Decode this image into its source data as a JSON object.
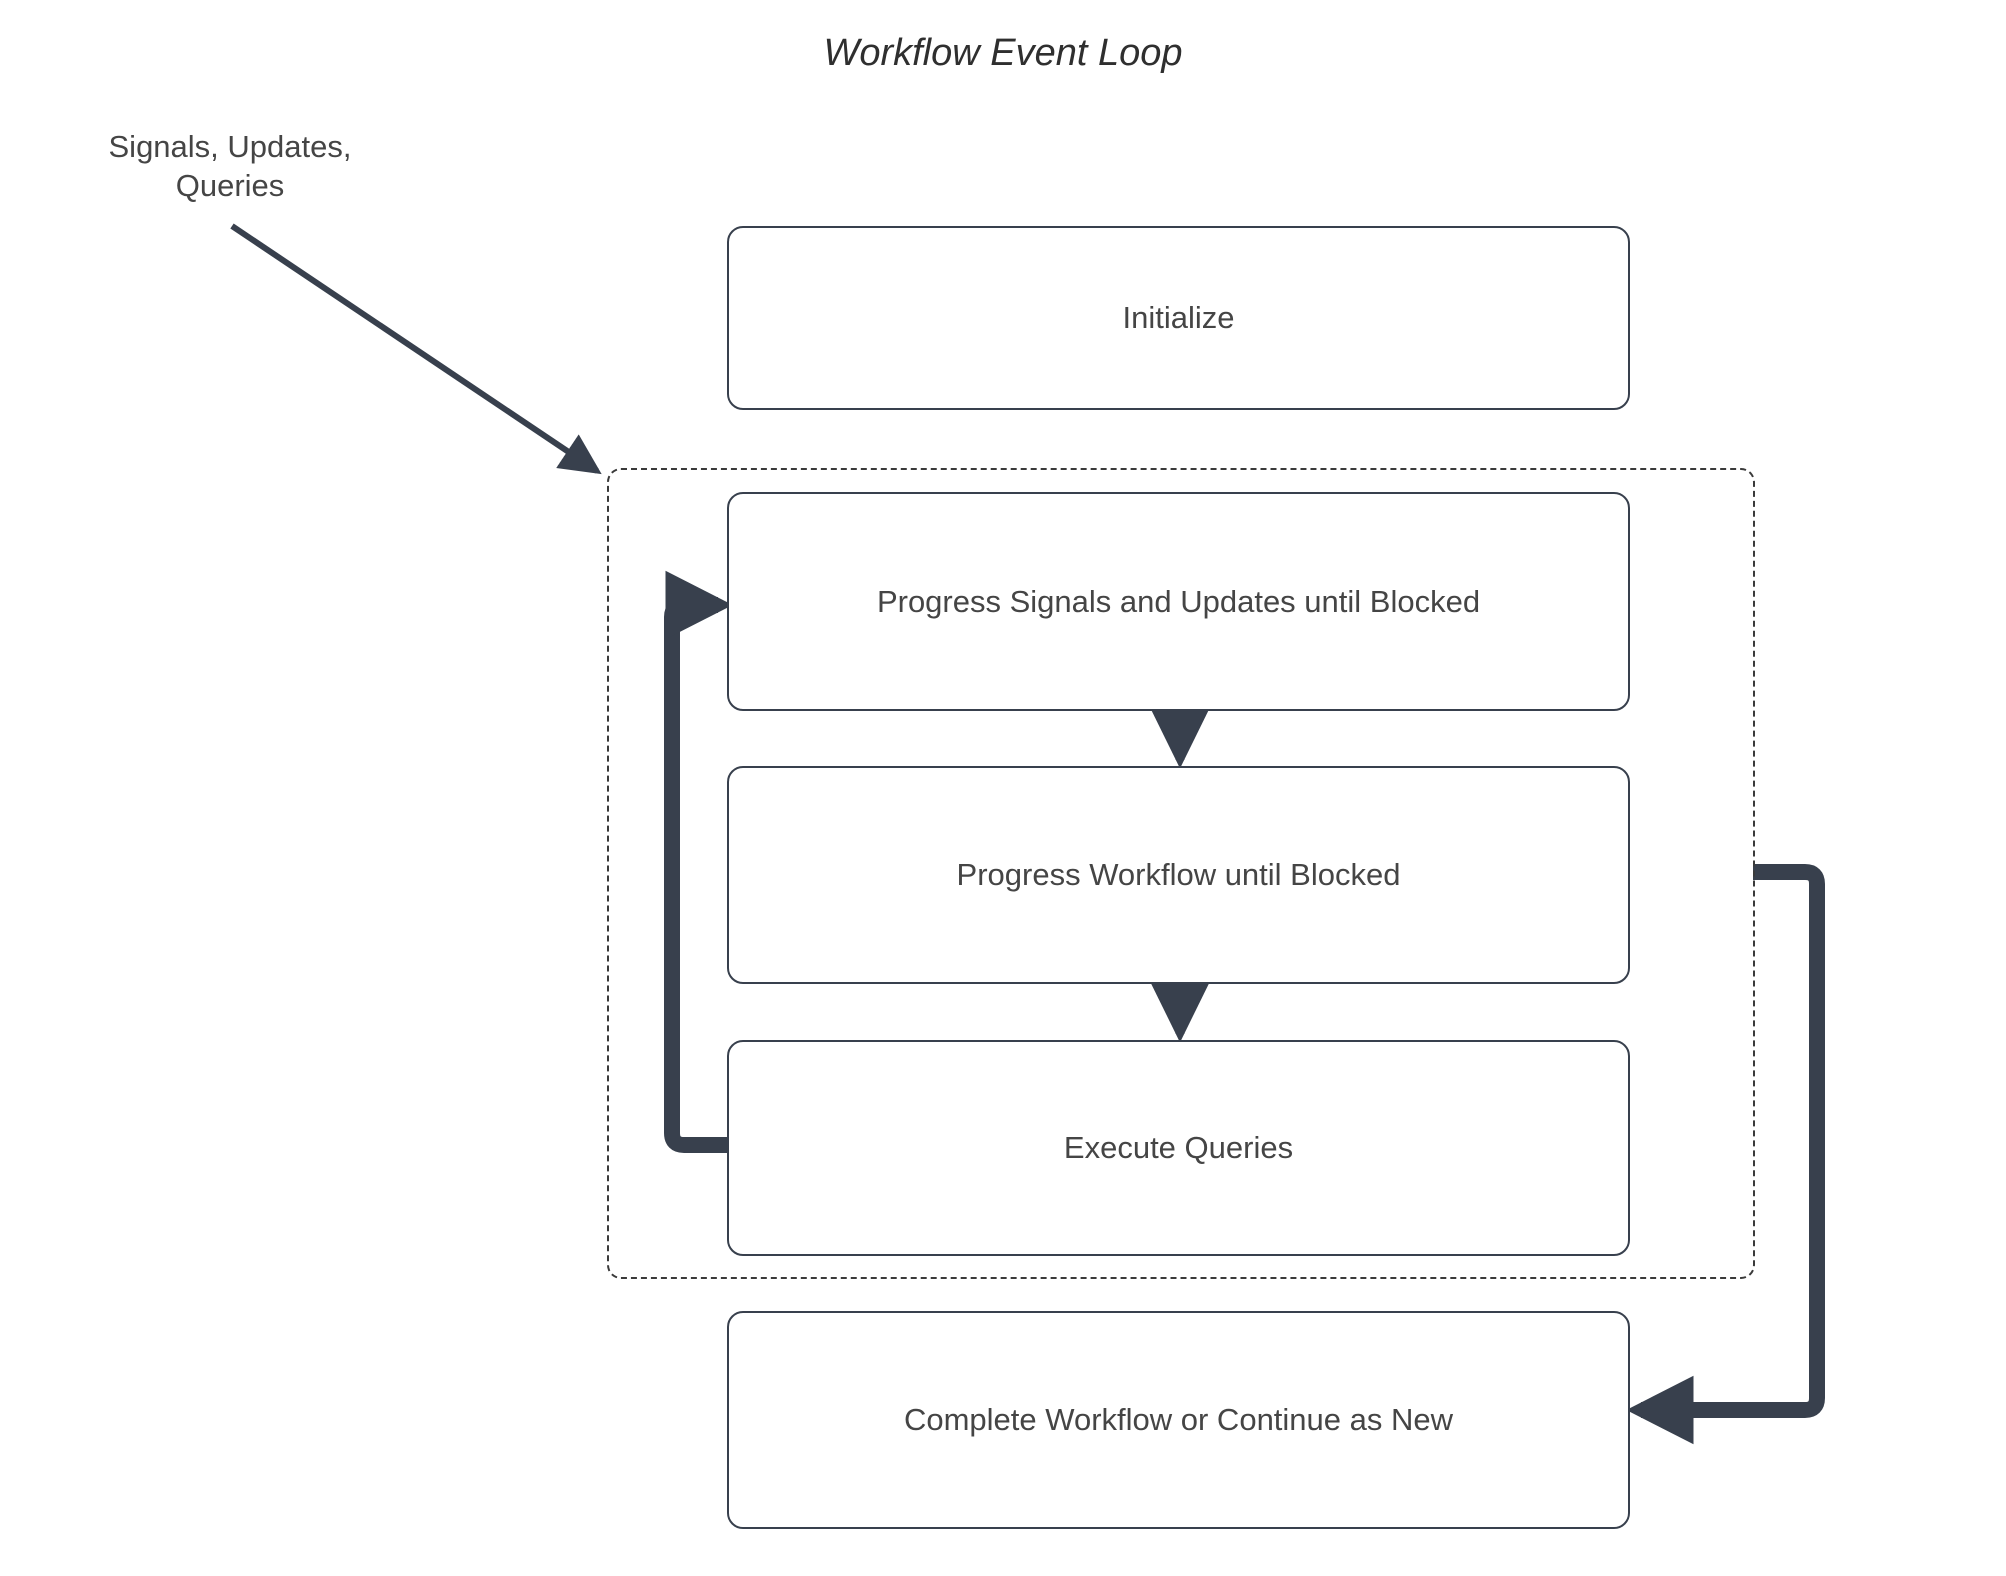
{
  "diagram": {
    "title": "Workflow Event Loop",
    "type": "flowchart",
    "colors": {
      "stroke": "#38404d",
      "node_border": "#38404d",
      "node_fill": "#ffffff",
      "text": "#454545",
      "title_text": "#2f2f2f",
      "group_border": "#3a3a3a",
      "background": "#ffffff"
    },
    "labels": {
      "external_input": "Signals, Updates,\nQueries"
    },
    "group": {
      "name": "event-loop-group",
      "style": "dashed",
      "label": ""
    },
    "nodes": [
      {
        "id": "initialize",
        "label": "Initialize"
      },
      {
        "id": "progress-signals",
        "label": "Progress Signals and Updates until Blocked"
      },
      {
        "id": "progress-workflow",
        "label": "Progress Workflow until Blocked"
      },
      {
        "id": "execute-queries",
        "label": "Execute Queries"
      },
      {
        "id": "complete-workflow",
        "label": "Complete Workflow or Continue as New"
      }
    ],
    "edges": [
      {
        "id": "input-to-loop",
        "from": "Signals, Updates, Queries",
        "to": "event-loop-group",
        "style": "solid-arrow"
      },
      {
        "id": "signals-to-workflow",
        "from": "Progress Signals and Updates until Blocked",
        "to": "Progress Workflow until Blocked",
        "style": "solid-arrow"
      },
      {
        "id": "workflow-to-queries",
        "from": "Progress Workflow until Blocked",
        "to": "Execute Queries",
        "style": "solid-arrow"
      },
      {
        "id": "queries-loopback",
        "from": "Execute Queries",
        "to": "Progress Signals and Updates until Blocked",
        "style": "thick-arrow"
      },
      {
        "id": "loop-to-complete",
        "from": "event-loop-group",
        "to": "Complete Workflow or Continue as New",
        "style": "thick-arrow"
      }
    ]
  }
}
